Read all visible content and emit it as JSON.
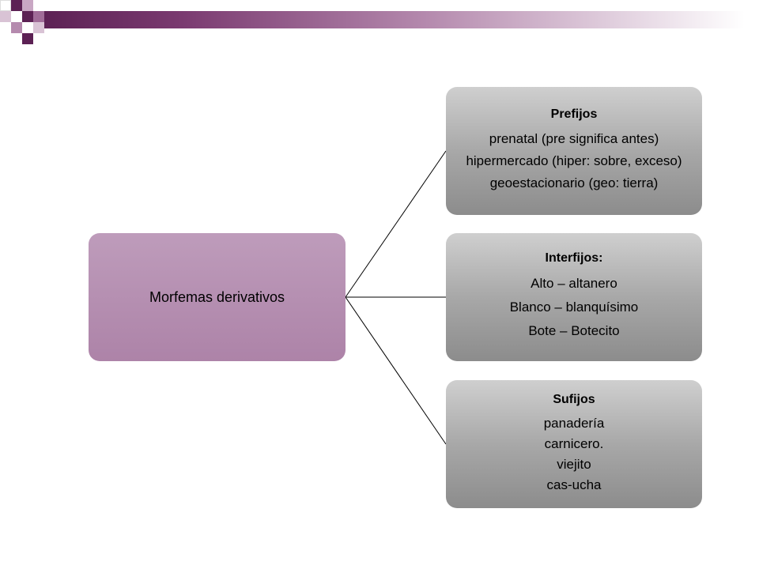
{
  "diagram": {
    "root": {
      "label": "Morfemas derivativos"
    },
    "children": [
      {
        "title": "Prefijos",
        "items": [
          "prenatal (pre significa antes)",
          "hipermercado (hiper: sobre, exceso)",
          "geoestacionario (geo: tierra)"
        ]
      },
      {
        "title": "Interfijos:",
        "items": [
          "Alto – altanero",
          "Blanco – blanquísimo",
          "Bote – Botecito"
        ]
      },
      {
        "title": "Sufijos",
        "items": [
          "panadería",
          "carnicero.",
          "viejito",
          "cas-ucha"
        ]
      }
    ]
  },
  "theme": {
    "accent": "#5c2154",
    "root_fill": "#b48fb0",
    "child_fill": "#a8a8a8"
  }
}
